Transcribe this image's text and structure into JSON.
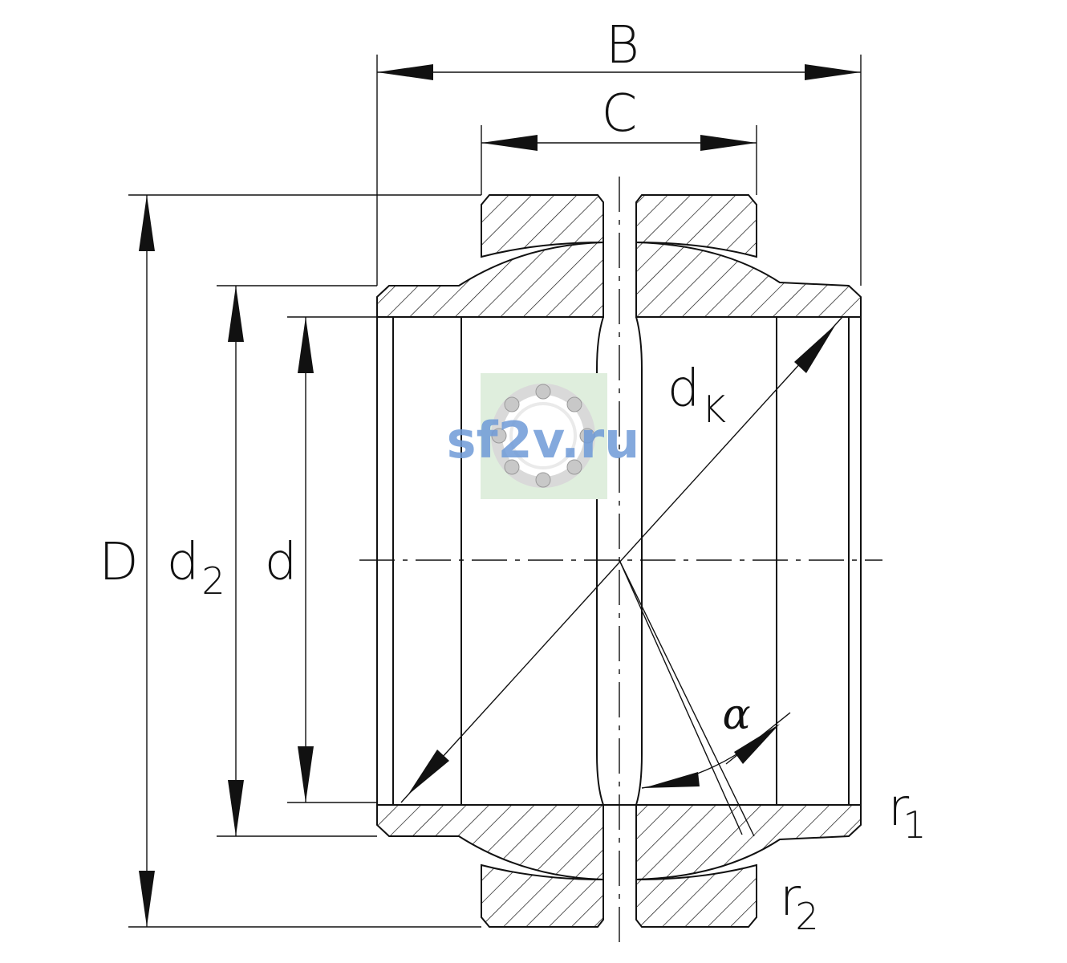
{
  "labels": {
    "B": "B",
    "C": "C",
    "D": "D",
    "d2_main": "d",
    "d2_sub": "2",
    "d": "d",
    "dk_main": "d",
    "dk_sub": "K",
    "alpha": "α",
    "r1_main": "r",
    "r1_sub": "1",
    "r2_main": "r",
    "r2_sub": "2"
  },
  "watermark": {
    "text": "sf2v.ru",
    "text_color": "#6f9bd8",
    "badge_color": "#dfeedd"
  },
  "colors": {
    "line": "#111111",
    "background": "#ffffff"
  }
}
